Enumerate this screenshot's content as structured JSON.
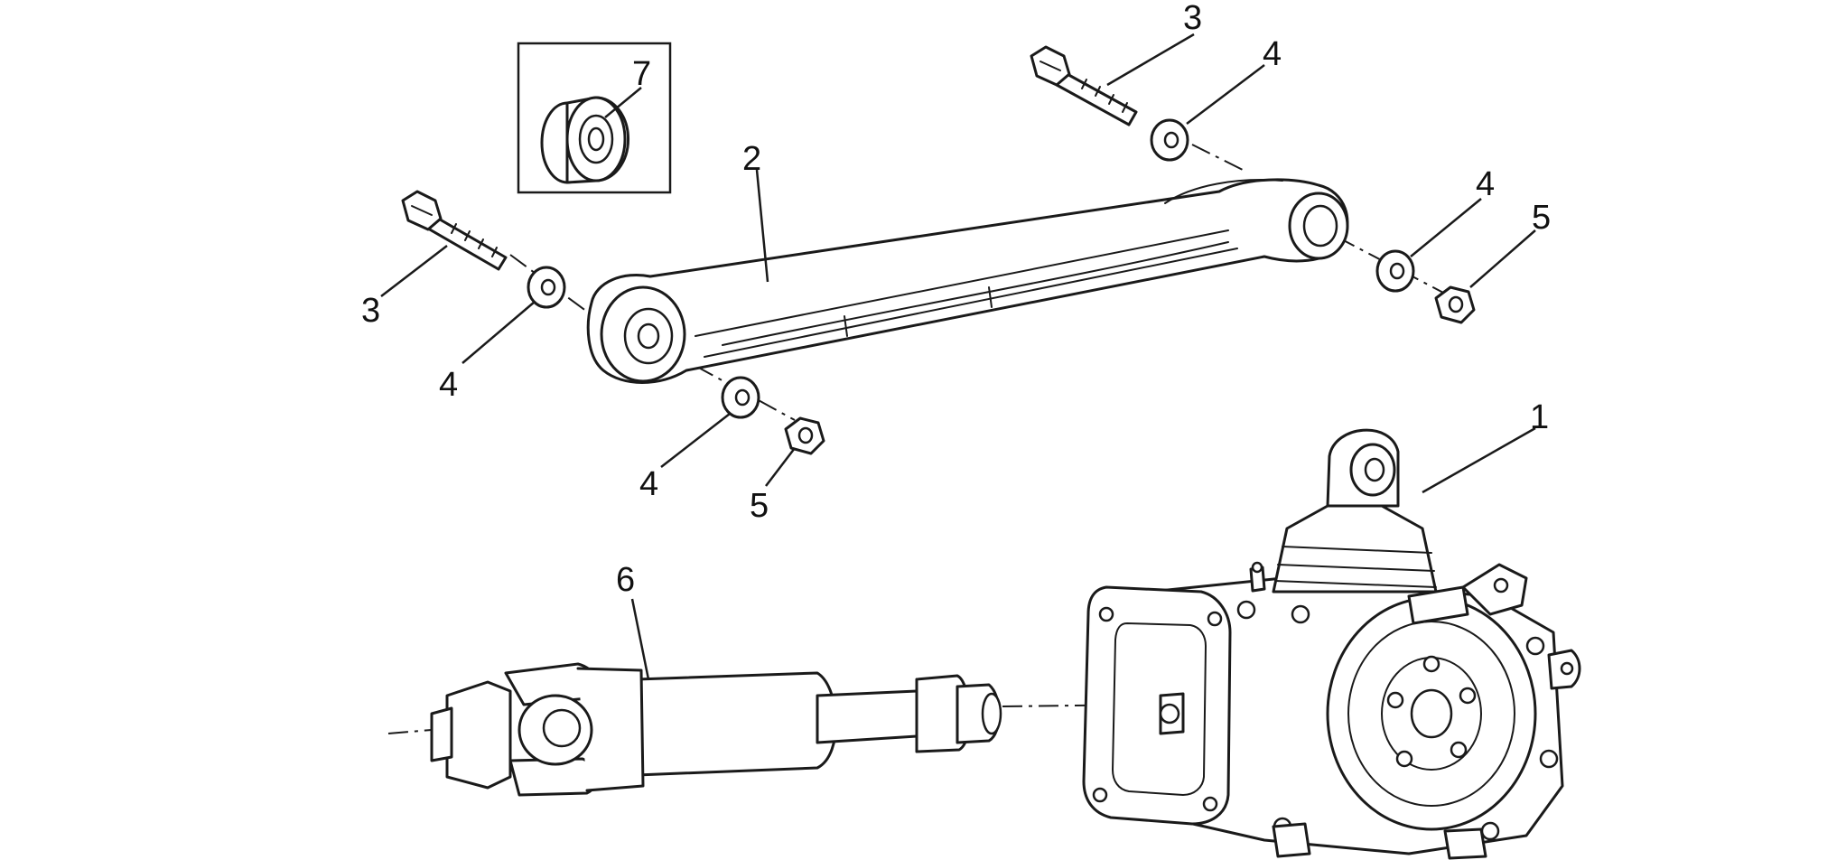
{
  "callouts": {
    "c1": "1",
    "c2": "2",
    "c3a": "3",
    "c3b": "3",
    "c4a": "4",
    "c4b": "4",
    "c4c": "4",
    "c4d": "4",
    "c5a": "5",
    "c5b": "5",
    "c6": "6",
    "c7": "7"
  },
  "colors": {
    "line": "#1a1a1a",
    "background": "#ffffff"
  }
}
